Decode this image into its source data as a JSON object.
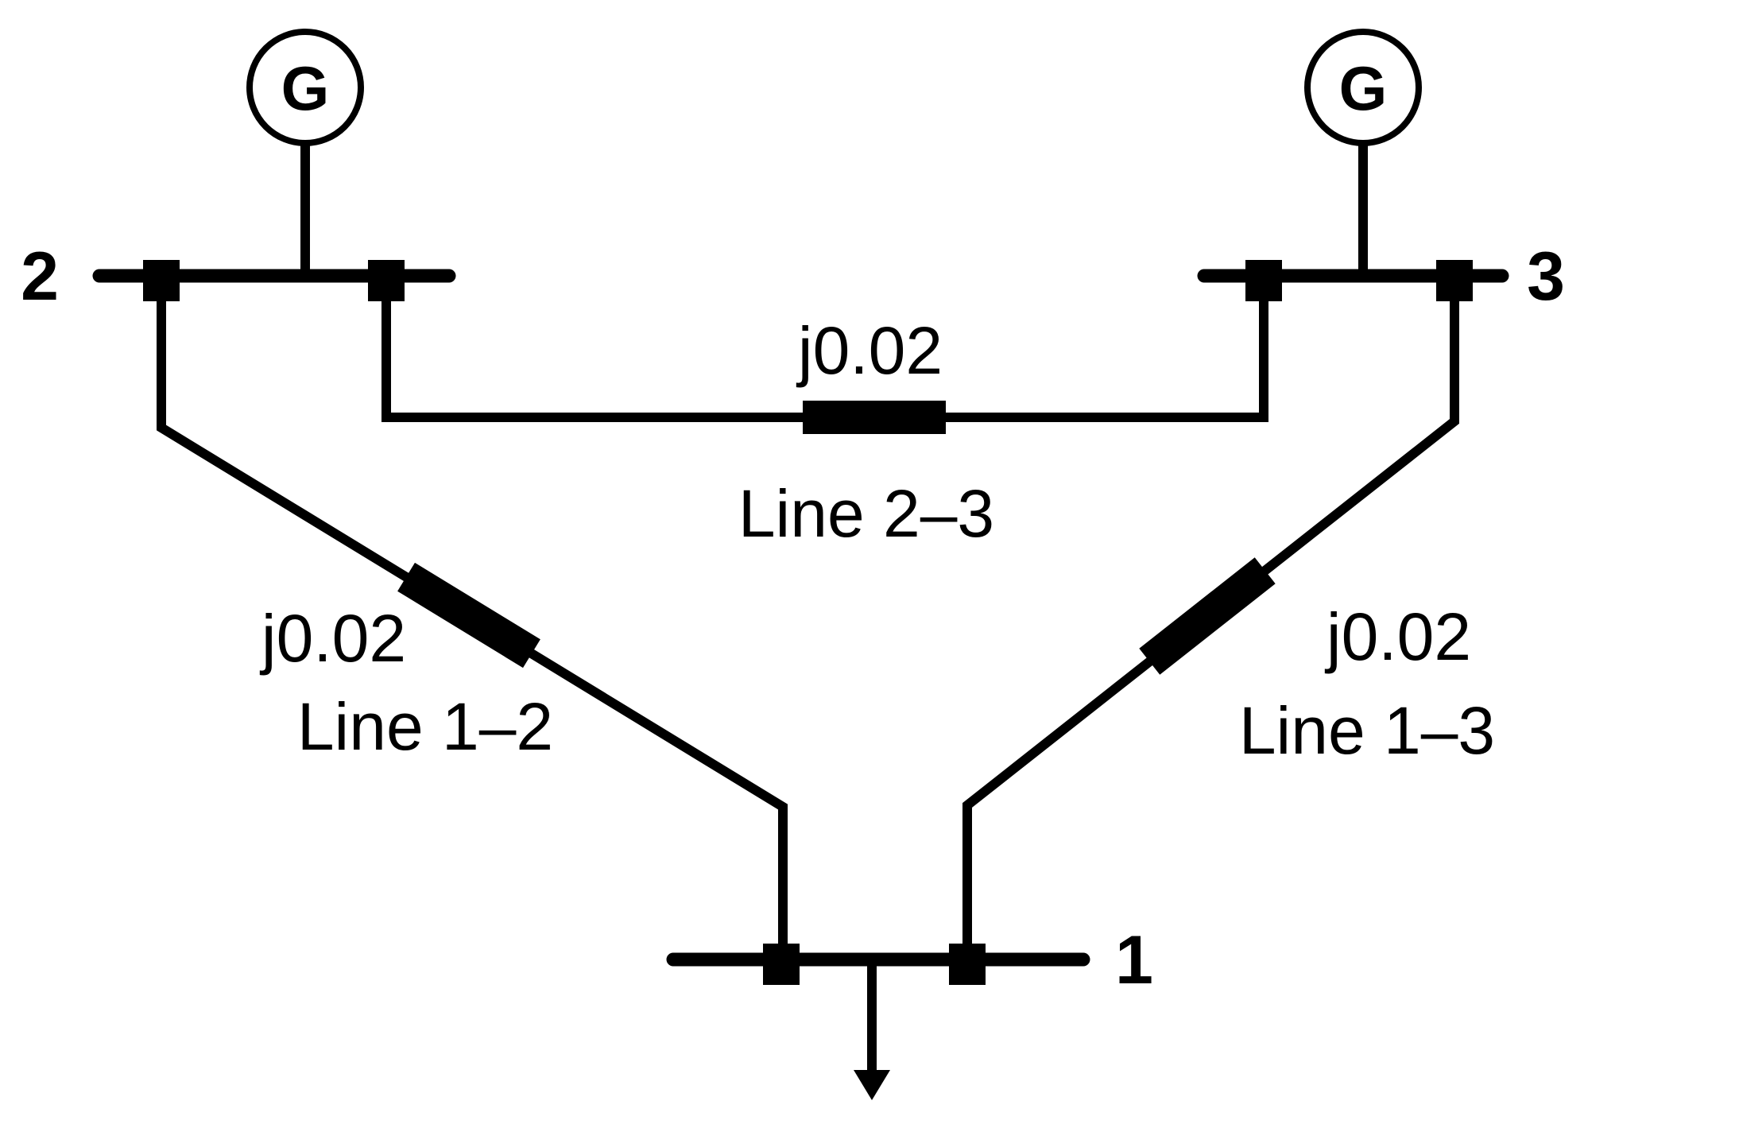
{
  "diagram": {
    "type": "power-system-one-line",
    "colors": {
      "ink": "#000000",
      "background": "#ffffff"
    },
    "buses": [
      {
        "id": "1"
      },
      {
        "id": "2"
      },
      {
        "id": "3"
      }
    ],
    "generators": [
      {
        "label": "G",
        "at_bus": "2"
      },
      {
        "label": "G",
        "at_bus": "3"
      }
    ],
    "load": {
      "at_bus": "1",
      "symbol": "down-arrow"
    },
    "lines": [
      {
        "name": "Line 1–2",
        "impedance": "j0.02"
      },
      {
        "name": "Line 2–3",
        "impedance": "j0.02"
      },
      {
        "name": "Line 1–3",
        "impedance": "j0.02"
      }
    ]
  }
}
